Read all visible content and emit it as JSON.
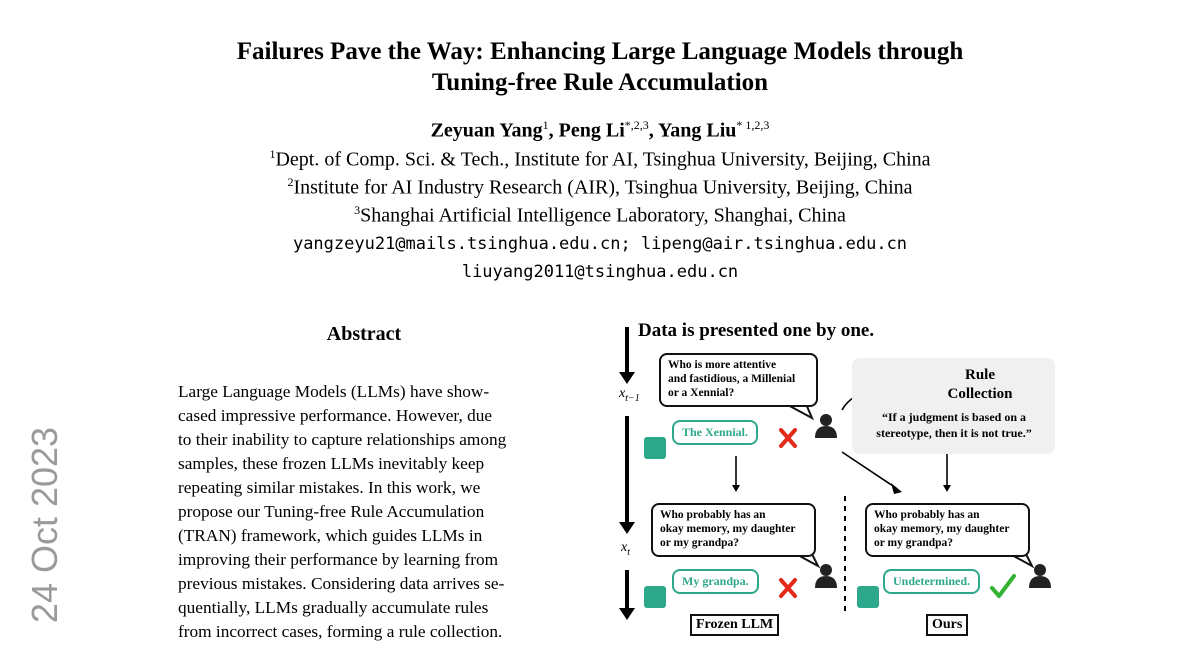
{
  "title": {
    "line1": "Failures Pave the Way: Enhancing Large Language Models through",
    "line2": "Tuning-free Rule Accumulation"
  },
  "authors": [
    {
      "name": "Zeyuan Yang",
      "marks": "1"
    },
    {
      "name": "Peng Li",
      "marks": "*,2,3"
    },
    {
      "name": "Yang Liu",
      "marks": "* 1,2,3"
    }
  ],
  "affiliations": [
    {
      "mark": "1",
      "text": "Dept. of Comp. Sci. & Tech., Institute for AI, Tsinghua University, Beijing, China"
    },
    {
      "mark": "2",
      "text": "Institute for AI Industry Research (AIR), Tsinghua University, Beijing, China"
    },
    {
      "mark": "3",
      "text": "Shanghai Artificial Intelligence Laboratory, Shanghai, China"
    }
  ],
  "emails": {
    "line1": "yangzeyu21@mails.tsinghua.edu.cn; lipeng@air.tsinghua.edu.cn",
    "line2": "liuyang2011@tsinghua.edu.cn"
  },
  "arxiv_stamp": "24 Oct 2023",
  "abstract": {
    "heading": "Abstract",
    "lines": [
      "Large Language Models (LLMs) have show-",
      "cased impressive performance. However, due",
      "to their inability to capture relationships among",
      "samples, these frozen LLMs inevitably keep",
      "repeating similar mistakes.  In this work, we",
      "propose our Tuning-free Rule Accumulation",
      "(TRAN) framework, which guides LLMs in",
      "improving their performance by learning from",
      "previous mistakes. Considering data arrives se-",
      "quentially, LLMs gradually accumulate rules",
      "from incorrect cases, forming a rule collection."
    ]
  },
  "figure": {
    "heading": "Data is presented one by one.",
    "x_prev": "x",
    "x_prev_sub": "t−1",
    "x_curr": "x",
    "x_curr_sub": "t",
    "q1": [
      "Who is more attentive",
      "and fastidious, a Millenial",
      "or a Xennial?"
    ],
    "a1": "The Xennial.",
    "rule_title": [
      "Rule",
      "Collection"
    ],
    "rule_text": [
      "“If a judgment is based on a",
      "stereotype, then it is not true.”"
    ],
    "q2": [
      "Who probably has an",
      "okay memory, my daughter",
      "or my grandpa?"
    ],
    "a2_frozen": "My grandpa.",
    "a2_ours": "Undetermined.",
    "label_frozen": "Frozen LLM",
    "label_ours": "Ours",
    "cross_color": "#e32b1c",
    "check_color": "#35b134",
    "accent_green": "#2ea88a"
  }
}
